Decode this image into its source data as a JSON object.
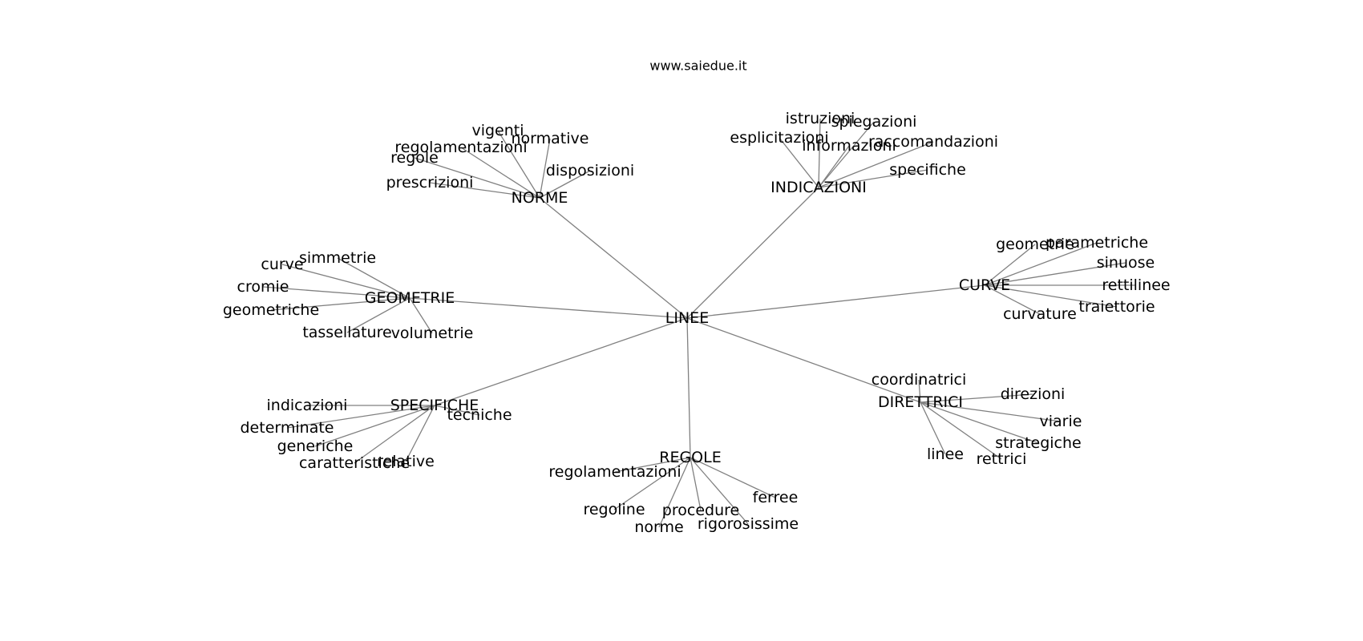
{
  "header": {
    "site": "www.saiedue.it"
  },
  "graph": {
    "root": "LINEE",
    "clusters": [
      {
        "hub": "NORME",
        "leaves": [
          "vigenti",
          "normative",
          "regolamentazioni",
          "regole",
          "disposizioni",
          "prescrizioni"
        ]
      },
      {
        "hub": "INDICAZIONI",
        "leaves": [
          "istruzioni",
          "spiegazioni",
          "esplicitazioni",
          "informazioni",
          "raccomandazioni",
          "specifiche"
        ]
      },
      {
        "hub": "GEOMETRIE",
        "leaves": [
          "simmetrie",
          "curve",
          "cromie",
          "geometriche",
          "tassellature",
          "volumetrie"
        ]
      },
      {
        "hub": "CURVE",
        "leaves": [
          "geometrie",
          "parametriche",
          "sinuose",
          "rettilinee",
          "traiettorie",
          "curvature"
        ]
      },
      {
        "hub": "SPECIFICHE",
        "leaves": [
          "indicazioni",
          "tecniche",
          "determinate",
          "generiche",
          "caratteristiche",
          "relative"
        ]
      },
      {
        "hub": "DIRETTRICI",
        "leaves": [
          "coordinatrici",
          "direzioni",
          "viarie",
          "strategiche",
          "linee",
          "rettrici"
        ]
      },
      {
        "hub": "REGOLE",
        "leaves": [
          "regolamentazioni",
          "ferree",
          "regoline",
          "procedure",
          "norme",
          "rigorosissime"
        ]
      }
    ]
  }
}
